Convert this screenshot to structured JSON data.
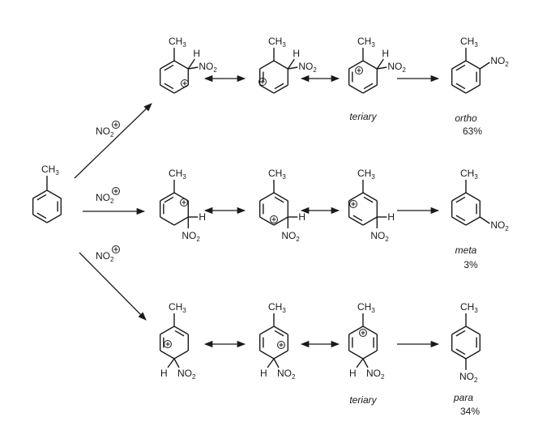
{
  "labels": {
    "methyl": "CH3",
    "nitro": "NO2",
    "hydrogen": "H",
    "nitronium": "NO2",
    "plus": "+"
  },
  "pathways": [
    {
      "id": "ortho",
      "product_label": "ortho",
      "yield": "63%",
      "tertiary_label": "teriary"
    },
    {
      "id": "meta",
      "product_label": "meta",
      "yield": "3%",
      "tertiary_label": ""
    },
    {
      "id": "para",
      "product_label": "para",
      "yield": "34%",
      "tertiary_label": "teriary"
    }
  ]
}
